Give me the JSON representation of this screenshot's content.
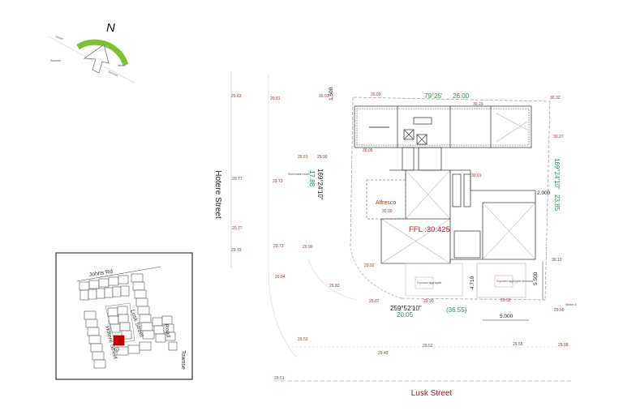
{
  "compass": {
    "north_label": "N",
    "labels": [
      "Winter",
      "Summer",
      "Winter",
      "Summer"
    ],
    "arc_color": "#7cc22c"
  },
  "streets": {
    "west": "Hotere Street",
    "south": "Lusk Street"
  },
  "locality_map": {
    "labels": [
      "Johns Rd",
      "Lusk Street",
      "Hotere Street",
      "Road",
      "Townse"
    ],
    "site_color": "#cc0000"
  },
  "site_plan": {
    "ffl_label": "FFL :30.425",
    "alfresco_label": "Alfresco",
    "bearings": {
      "north_bearing": "79°25'",
      "north_length": "26.00",
      "east_bearing": "169°24'10\"",
      "east_length": "23.85",
      "west_bearing": "169°24'10\"",
      "west_length": "17.88",
      "south_bearing": "259°52'10\"",
      "south_length": "20.05",
      "south_arc": "(36.55)"
    },
    "dimensions": {
      "setback_top": "1.500",
      "east_offset": "2.000",
      "east_setback": "5.500",
      "driveway_depth": "4.719",
      "driveway_width": "5.000"
    },
    "levels": [
      "29.83",
      "29.81",
      "30.01",
      "30.09",
      "30.23",
      "30.32",
      "30.27",
      "30.05",
      "29.61",
      "29.90",
      "29.77",
      "29.73",
      "30.00",
      "30.01",
      "29.73",
      "29.90",
      "29.84",
      "29.92",
      "29.83",
      "29.87",
      "29.90",
      "29.92",
      "30.10",
      "29.90",
      "29.53",
      "29.49",
      "29.52",
      "29.55",
      "29.58",
      "29.51",
      "29.77",
      "29.73"
    ],
    "notes": {
      "stormwater": "Stormwater drain",
      "exposed_agg_1": "Exposed aggregate",
      "exposed_agg_2": "Exposed aggregate driveway",
      "marker": "Marker A"
    }
  }
}
